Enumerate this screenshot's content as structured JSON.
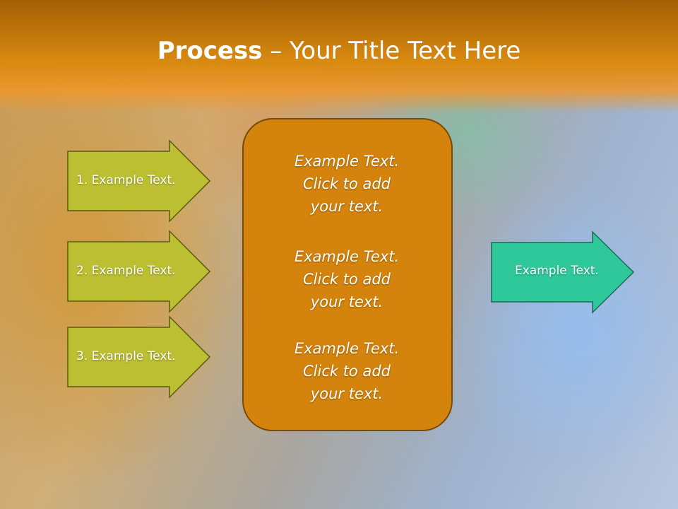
{
  "slide": {
    "title_bold": "Process",
    "title_rest": " – Your Title Text Here"
  },
  "left_arrows": [
    {
      "label": "1. Example Text."
    },
    {
      "label": "2. Example Text."
    },
    {
      "label": "3. Example Text."
    }
  ],
  "center_box": {
    "blocks": [
      {
        "lines": [
          "Example Text.",
          "Click  to add",
          "your text."
        ]
      },
      {
        "lines": [
          "Example Text.",
          "Click  to add",
          "your text."
        ]
      },
      {
        "lines": [
          "Example Text.",
          "Click  to add",
          "your text."
        ]
      }
    ]
  },
  "right_arrow": {
    "label": "Example Text."
  },
  "colors": {
    "left_arrow_fill": "#bcbf32",
    "center_box_fill": "#d4830c",
    "right_arrow_fill": "#2ec89a",
    "title_band": "#d98a10"
  }
}
